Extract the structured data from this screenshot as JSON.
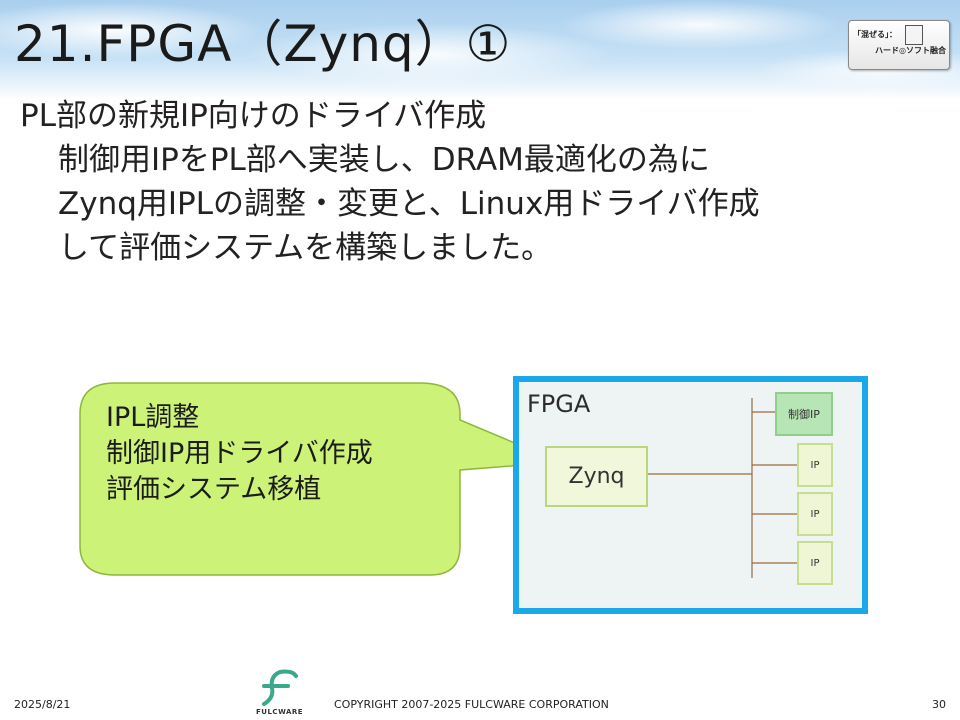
{
  "slide": {
    "title": "21.FPGA（Zynq）①",
    "badge_line1": "「混ぜる」：",
    "badge_line2": "ハード◎ソフト融合",
    "heading": "PL部の新規IP向けのドライバ作成",
    "body_lines": [
      "制御用IPをPL部へ実装し、DRAM最適化の為に",
      "Zynq用IPLの調整・変更と、Linux用ドライバ作成",
      "して評価システムを構築しました。"
    ],
    "callout_lines": [
      "IPL調整",
      "制御IP用ドライバ作成",
      "評価システム移植"
    ]
  },
  "diagram": {
    "container_label": "FPGA",
    "processor_label": "Zynq",
    "control_ip_label": "制御IP",
    "ip_labels": [
      "IP",
      "IP",
      "IP"
    ],
    "colors": {
      "container_border": "#1aa8ea",
      "callout_fill": "#ccf277",
      "control_ip_fill": "#b7e5b5",
      "connector": "#9b6a3c"
    }
  },
  "footer": {
    "date": "2025/8/21",
    "brand": "FULCWARE",
    "copyright": "COPYRIGHT 2007-2025 FULCWARE CORPORATION",
    "page_number": "30"
  }
}
